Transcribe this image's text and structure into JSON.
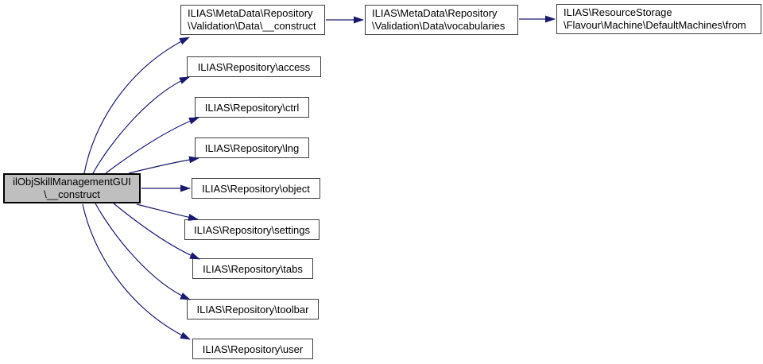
{
  "diagram": {
    "kind": "doxygen-call-graph",
    "root": {
      "line1": "ilObjSkillManagementGUI",
      "line2": "\\__construct"
    },
    "callees": {
      "md_construct": {
        "line1": "ILIAS\\MetaData\\Repository",
        "line2": "\\Validation\\Data\\__construct"
      },
      "vocabularies": {
        "line1": "ILIAS\\MetaData\\Repository",
        "line2": "\\Validation\\Data\\vocabularies"
      },
      "default_machines_from": {
        "line1": "ILIAS\\ResourceStorage",
        "line2": "\\Flavour\\Machine\\DefaultMachines\\from"
      },
      "access": {
        "label": "ILIAS\\Repository\\access"
      },
      "ctrl": {
        "label": "ILIAS\\Repository\\ctrl"
      },
      "lng": {
        "label": "ILIAS\\Repository\\lng"
      },
      "object": {
        "label": "ILIAS\\Repository\\object"
      },
      "settings": {
        "label": "ILIAS\\Repository\\settings"
      },
      "tabs": {
        "label": "ILIAS\\Repository\\tabs"
      },
      "toolbar": {
        "label": "ILIAS\\Repository\\toolbar"
      },
      "user": {
        "label": "ILIAS\\Repository\\user"
      }
    },
    "edges": [
      {
        "from": "root",
        "to": "md_construct"
      },
      {
        "from": "root",
        "to": "access"
      },
      {
        "from": "root",
        "to": "ctrl"
      },
      {
        "from": "root",
        "to": "lng"
      },
      {
        "from": "root",
        "to": "object"
      },
      {
        "from": "root",
        "to": "settings"
      },
      {
        "from": "root",
        "to": "tabs"
      },
      {
        "from": "root",
        "to": "toolbar"
      },
      {
        "from": "root",
        "to": "user"
      },
      {
        "from": "md_construct",
        "to": "vocabularies"
      },
      {
        "from": "vocabularies",
        "to": "default_machines_from"
      }
    ],
    "colors": {
      "edge": "#191970",
      "root_fill": "#bfbfbf",
      "node_fill": "#ffffff",
      "node_border": "#404040",
      "root_border": "#000000",
      "text": "#000000",
      "background": "#ffffff"
    }
  }
}
